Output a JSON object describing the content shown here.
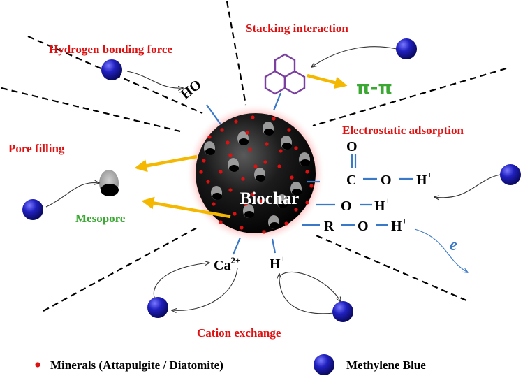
{
  "labels": {
    "hydrogen_bonding": "Hydrogen bonding force",
    "stacking": "Stacking interaction",
    "pi_pi": "π-π",
    "electrostatic": "Electrostatic adsorption",
    "pore_filling": "Pore filling",
    "mesopore": "Mesopore",
    "biochar": "Biochar",
    "cation_exchange": "Cation exchange",
    "electron": "e"
  },
  "groups": {
    "ho": "HO",
    "carbonyl_o": "O",
    "c": "C",
    "o1": "O",
    "h1": "H",
    "o2": "O",
    "h2": "H",
    "r": "R",
    "o3": "O",
    "h3": "H",
    "plus": "+",
    "ca": "Ca",
    "ca_charge": "2+",
    "h_cation": "H",
    "h_cation_charge": "+"
  },
  "legend": {
    "minerals": "Minerals (Attapulgite / Diatomite)",
    "methylene_blue": "Methylene Blue"
  },
  "colors": {
    "label_red": "#e01010",
    "label_green": "#3aa832",
    "arrow_yellow": "#f5b800",
    "bond_blue": "#3a78c8",
    "hexagon_purple": "#7b3fa0",
    "particle_blue": "#1a1aa8",
    "mineral_red": "#e01010"
  }
}
